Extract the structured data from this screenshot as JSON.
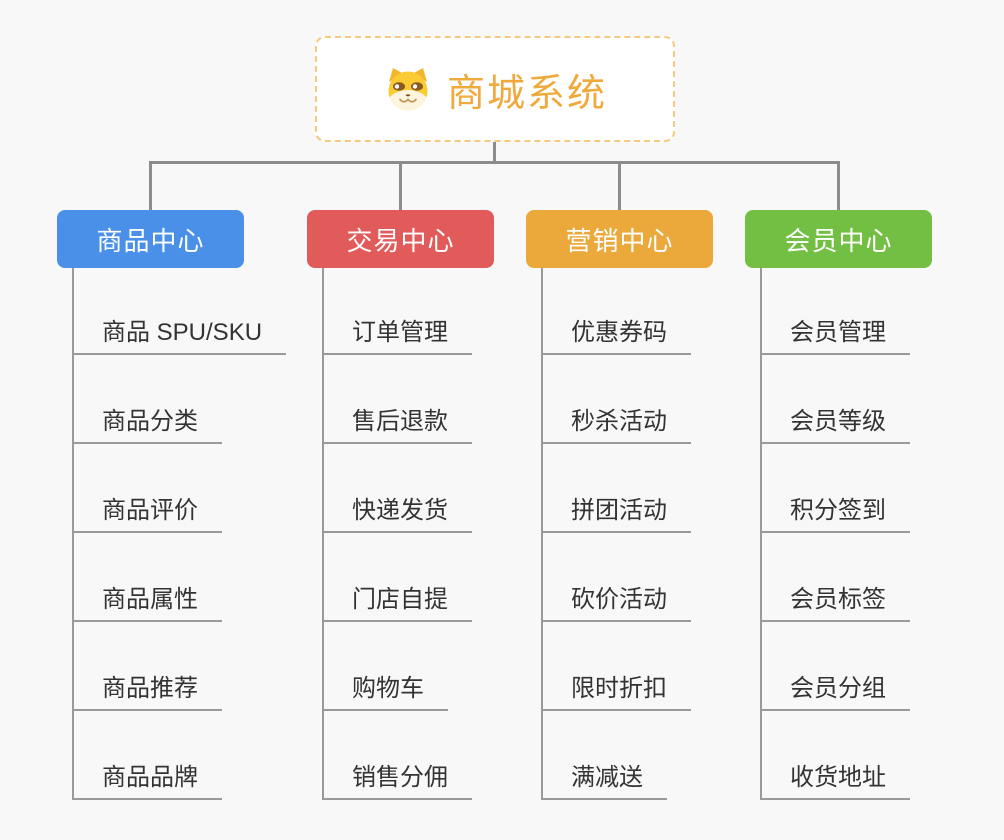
{
  "root": {
    "title": "商城系统",
    "icon": "dog-face-icon",
    "title_color": "#EFA93C",
    "border_color": "#F6C97E"
  },
  "colors": {
    "background": "#F8F8F8",
    "connector": "#8C8C8C",
    "leaf_line": "#999999",
    "leaf_text": "#333333"
  },
  "branches": [
    {
      "label": "商品中心",
      "color": "#4A90E9",
      "items": [
        "商品 SPU/SKU",
        "商品分类",
        "商品评价",
        "商品属性",
        "商品推荐",
        "商品品牌"
      ]
    },
    {
      "label": "交易中心",
      "color": "#E25B5B",
      "items": [
        "订单管理",
        "售后退款",
        "快递发货",
        "门店自提",
        "购物车",
        "销售分佣"
      ]
    },
    {
      "label": "营销中心",
      "color": "#EBA93C",
      "items": [
        "优惠券码",
        "秒杀活动",
        "拼团活动",
        "砍价活动",
        "限时折扣",
        "满减送"
      ]
    },
    {
      "label": "会员中心",
      "color": "#72BF44",
      "items": [
        "会员管理",
        "会员等级",
        "积分签到",
        "会员标签",
        "会员分组",
        "收货地址"
      ]
    }
  ]
}
